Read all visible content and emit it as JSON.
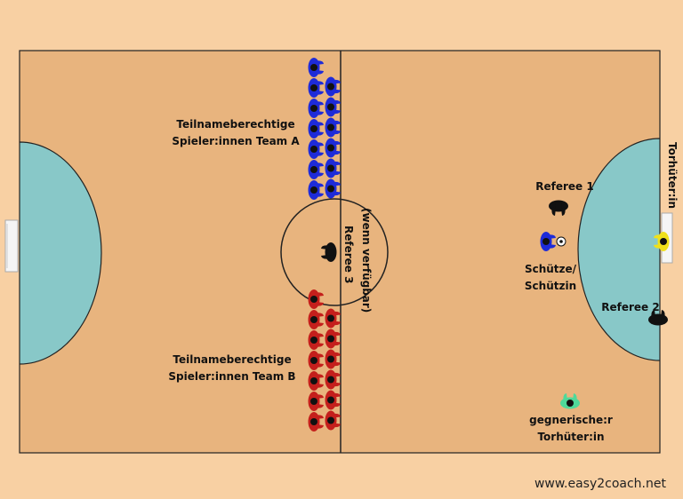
{
  "labels": {
    "team_a": [
      "Teilnameberechtige",
      "Spieler:innen Team A"
    ],
    "team_b": [
      "Teilnameberechtige",
      "Spieler:innen Team B"
    ],
    "referee3": "Referee 3",
    "referee3_note": "(wenn verfügbar)",
    "referee1": "Referee 1",
    "referee2": "Referee 2",
    "shooter": [
      "Schütze/",
      "Schützin"
    ],
    "goalkeeper_right": "Torhüter:in",
    "opp_goalkeeper": [
      "gegnerische:r",
      "Torhüter:in"
    ]
  },
  "watermark": "www.easy2coach.net",
  "colors": {
    "background": "#f8d0a3",
    "court": "#e8b47e",
    "goal_area": "#88c8c8",
    "team_a": "#1e2bd8",
    "team_b": "#c41f1c",
    "referee": "#111111",
    "goalkeeper": "#f0e11a",
    "opp_goalkeeper": "#4fd99a"
  },
  "players": {
    "team_a_count": 13,
    "team_b_count": 13
  },
  "icons": [
    "player-icon",
    "referee-icon",
    "ball-icon",
    "goal-icon"
  ]
}
